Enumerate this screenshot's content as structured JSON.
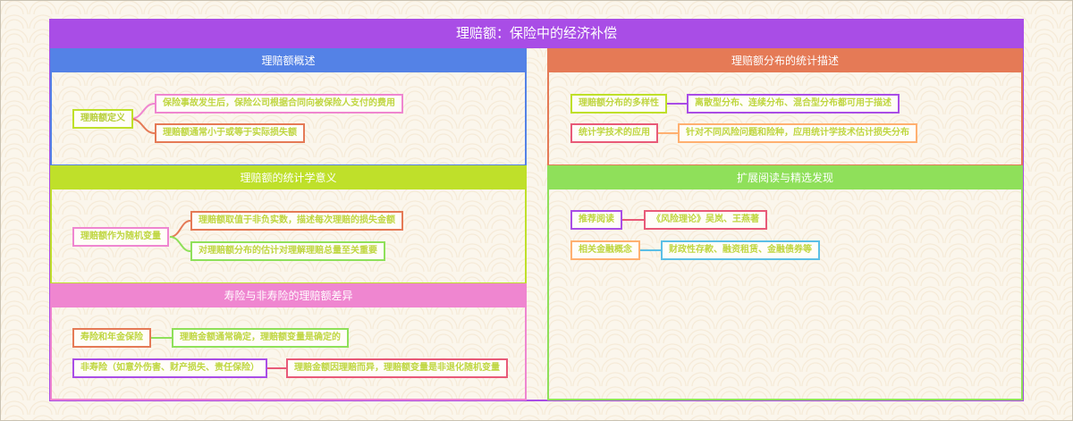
{
  "title": "理赔额：保险中的经济补偿",
  "colors": {
    "purple": "#a94de6",
    "blue": "#5482e6",
    "orange": "#e57a56",
    "lime": "#bfe02a",
    "green": "#8fe05a",
    "pink": "#ef86d0"
  },
  "sections": {
    "s1": {
      "title": "理赔额概述",
      "root": "理赔额定义",
      "children": [
        "保险事故发生后，保险公司根据合同向被保险人支付的费用",
        "理赔额通常小于或等于实际损失额"
      ]
    },
    "s2": {
      "title": "理赔额分布的统计描述",
      "rows": [
        {
          "root": "理赔额分布的多样性",
          "child": "离散型分布、连续分布、混合型分布都可用于描述"
        },
        {
          "root": "统计学技术的应用",
          "child": "针对不同风险问题和险种，应用统计学技术估计损失分布"
        }
      ]
    },
    "s3": {
      "title": "理赔额的统计学意义",
      "root": "理赔额作为随机变量",
      "children": [
        "理赔额取值于非负实数，描述每次理赔的损失金额",
        "对理赔额分布的估计对理解理赔总量至关重要"
      ]
    },
    "s4": {
      "title": "扩展阅读与精选发现",
      "rows": [
        {
          "root": "推荐阅读",
          "child": "《风险理论》吴岚、王燕著"
        },
        {
          "root": "相关金融概念",
          "child": "财政性存款、融资租赁、金融债券等"
        }
      ]
    },
    "s5": {
      "title": "寿险与非寿险的理赔额差异",
      "rows": [
        {
          "root": "寿险和年金保险",
          "child": "理赔金额通常确定，理赔额变量是确定的"
        },
        {
          "root": "非寿险（如意外伤害、财产损失、责任保险）",
          "child": "理赔金额因理赔而异，理赔额变量是非退化随机变量"
        }
      ]
    }
  }
}
